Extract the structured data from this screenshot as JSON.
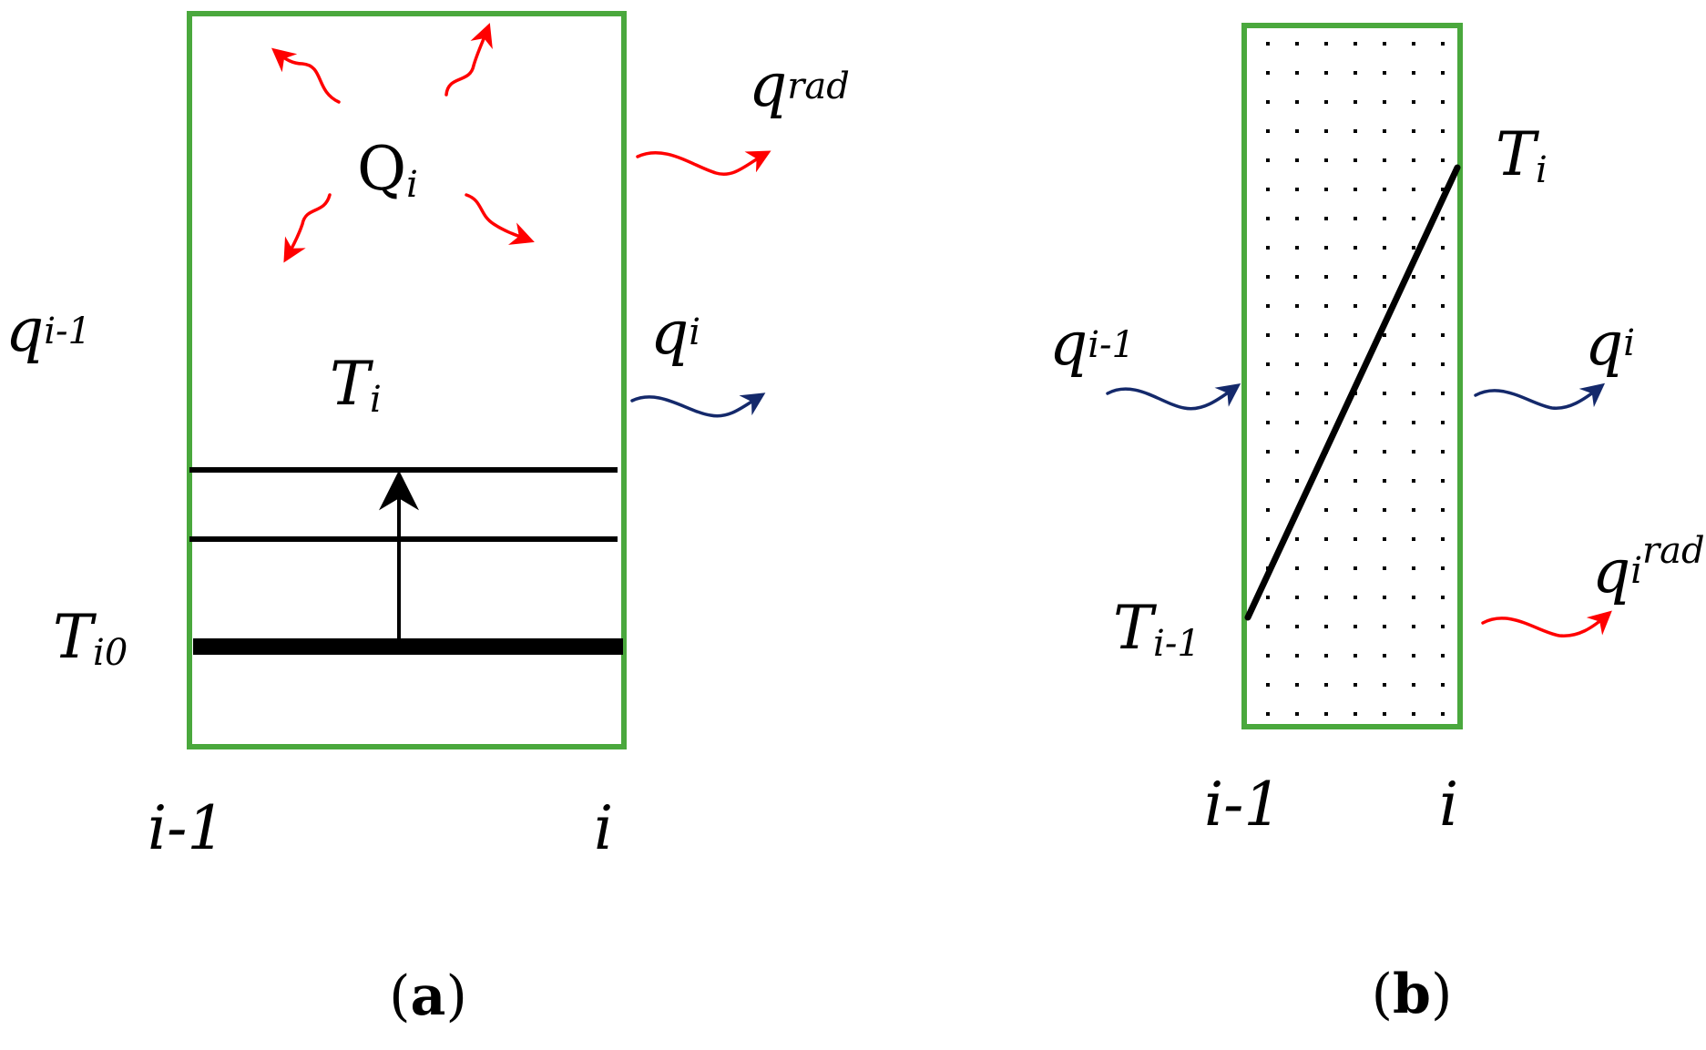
{
  "colors": {
    "frame": "#4aa83d",
    "radiation": "#ff0000",
    "conduction": "#14296b",
    "ink": "#000000"
  },
  "panel_a": {
    "caption_open": "(",
    "caption_letter": "a",
    "caption_close": ")",
    "q_prev": {
      "base": "q",
      "sub": "i-1"
    },
    "q_rad": {
      "base": "q",
      "sub": "rad"
    },
    "Q": {
      "base": "Q",
      "sub": "i"
    },
    "q_out": {
      "base": "q",
      "sub": "i"
    },
    "T": {
      "base": "T",
      "sub": "i"
    },
    "T0": {
      "base": "T",
      "sub": "i0"
    },
    "left_index": "i-1",
    "right_index": "i"
  },
  "panel_b": {
    "caption_open": "(",
    "caption_letter": "b",
    "caption_close": ")",
    "T_right": {
      "base": "T",
      "sub": "i"
    },
    "q_in": {
      "base": "q",
      "sub": "i-1"
    },
    "q_out": {
      "base": "q",
      "sub": "i"
    },
    "q_rad": {
      "base": "q",
      "sub": "i",
      "sup": "rad"
    },
    "T_left": {
      "base": "T",
      "sub": "i-1"
    },
    "left_index": "i-1",
    "right_index": "i"
  }
}
